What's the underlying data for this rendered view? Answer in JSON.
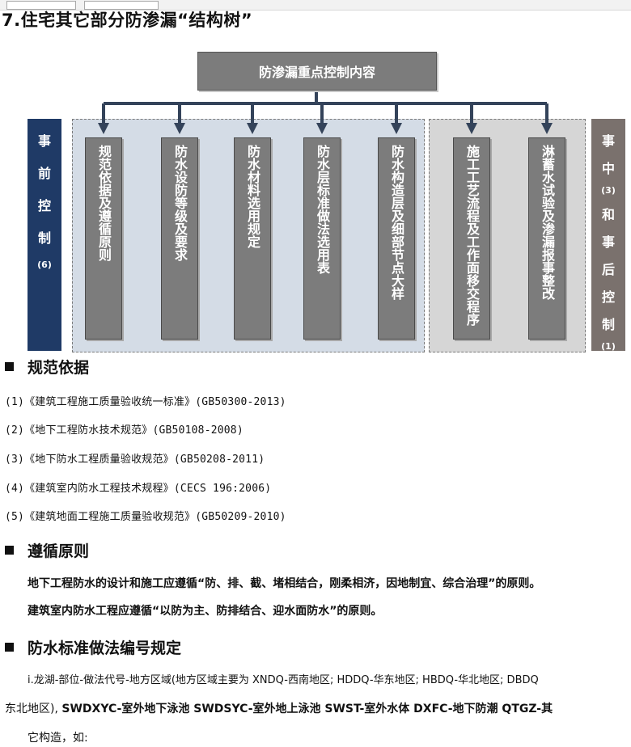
{
  "doc": {
    "title": "7.住宅其它部分防渗漏“结构树”"
  },
  "diagram": {
    "head": "防渗漏重点控制内容",
    "left_side": {
      "chars": [
        "事",
        "前",
        "控",
        "制"
      ],
      "note": "(6)"
    },
    "right_side": {
      "chars_top": [
        "事",
        "中"
      ],
      "note_top": "(3)",
      "chars_bottom": [
        "和",
        "事",
        "后",
        "控",
        "制"
      ],
      "note_bottom": "(1)"
    },
    "items": [
      "规范依据及遵循原则",
      "防水设防等级及要求",
      "防水材料选用规定",
      "防水层标准做法选用表",
      "防水构造层及细部节点大样",
      "施工工艺流程及工作面移交程序",
      "淋蓄水试验及渗漏报事整改"
    ],
    "colors": {
      "box": "#7c7c7c",
      "left_side": "#1f3a66",
      "right_side": "#7a716d",
      "arrow": "#34435a",
      "zone_left": "#d4dce6",
      "zone_right": "#d6d6d6"
    }
  },
  "sections": {
    "s1": {
      "title": "规范依据",
      "refs": [
        "(1)《建筑工程施工质量验收统一标准》(GB50300-2013)",
        "(2)《地下工程防水技术规范》(GB50108-2008)",
        "(3)《地下防水工程质量验收规范》(GB50208-2011)",
        "(4)《建筑室内防水工程技术规程》(CECS  196:2006)",
        "(5)《建筑地面工程施工质量验收规范》(GB50209-2010)"
      ]
    },
    "s2": {
      "title": "遵循原则",
      "p1": "地下工程防水的设计和施工应遵循“防、排、截、堵相结合，刚柔相济，因地制宜、综合治理”的原则。",
      "p2": "建筑室内防水工程应遵循“以防为主、防排结合、迎水面防水”的原则。"
    },
    "s3": {
      "title": "防水标准做法编号规定",
      "l1": "ⅰ.龙湖-部位-做法代号-地方区域(地方区域主要为 XNDQ-西南地区; HDDQ-华东地区; HBDQ-华北地区; DBDQ",
      "l2_a": "东北地区),",
      "l2_b": "SWDXYC-室外地下泳池   SWDSYC-室外地上泳池    SWST-室外水体    DXFC-地下防潮    QTGZ-其",
      "l3": "它构造，如:"
    }
  }
}
